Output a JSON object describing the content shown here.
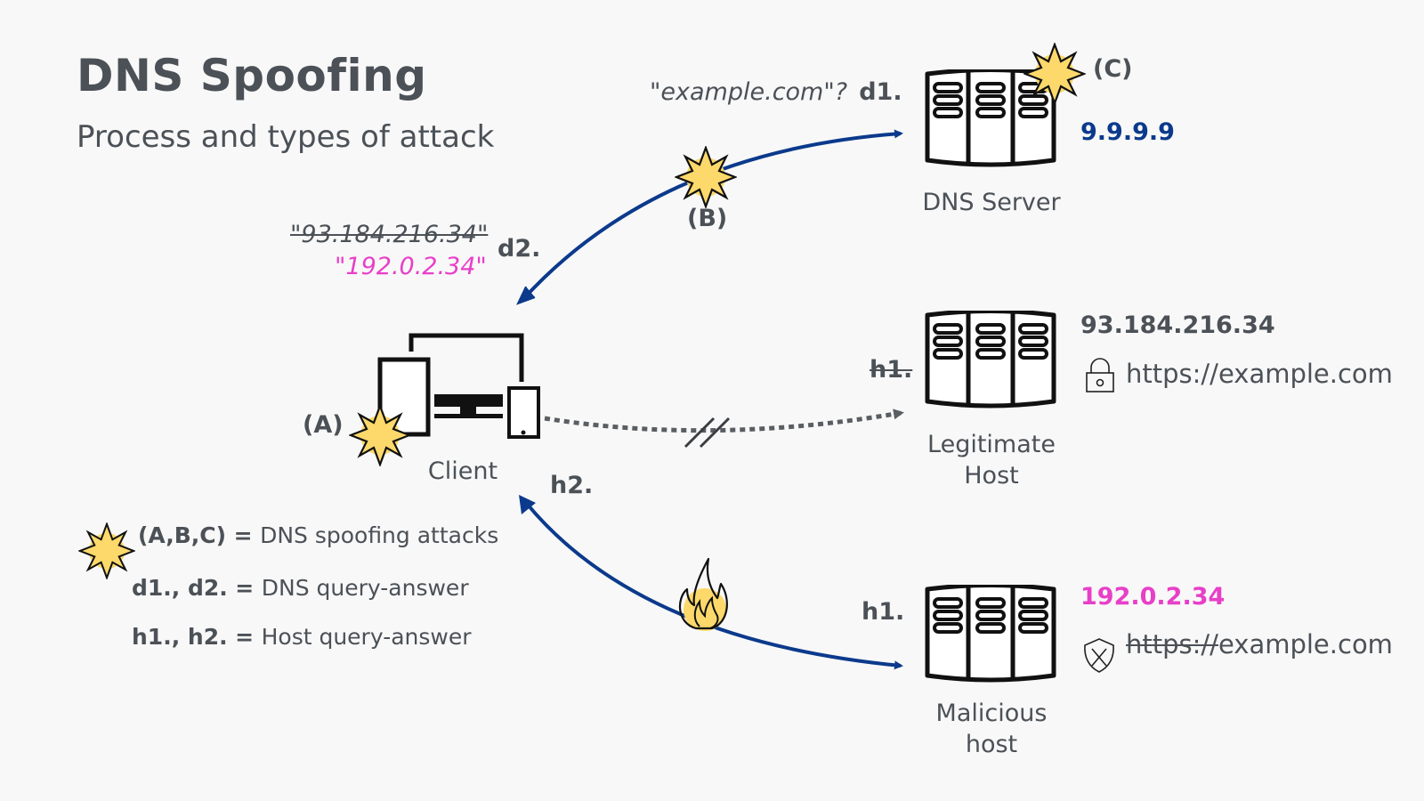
{
  "header": {
    "title": "DNS Spoofing",
    "subtitle": "Process and types of attack"
  },
  "colors": {
    "background": "#f8f8f8",
    "text": "#4b5157",
    "arrow": "#0b3a8c",
    "spoofed": "#e83fc8",
    "attack_fill": "#fcd96a",
    "dotted": "#5a5e62"
  },
  "nodes": {
    "client": {
      "label": "Client",
      "icon": "devices-icon"
    },
    "dns_server": {
      "label": "DNS Server",
      "ip": "9.9.9.9",
      "icon": "server-icon"
    },
    "legit_host": {
      "label_line1": "Legitimate",
      "label_line2": "Host",
      "ip": "93.184.216.34",
      "url": "https://example.com",
      "security_icon": "lock-icon",
      "icon": "server-icon"
    },
    "malicious_host": {
      "label_line1": "Malicious",
      "label_line2": "host",
      "ip": "192.0.2.34",
      "url_scheme_struck": "https://",
      "url_rest": "example.com",
      "security_icon": "shield-x-icon",
      "icon": "server-icon"
    }
  },
  "edges": {
    "d1": {
      "step": "d1.",
      "query": "\"example.com\"?"
    },
    "d2": {
      "step": "d2.",
      "original_answer": "\"93.184.216.34\"",
      "spoofed_answer": "\"192.0.2.34\""
    },
    "h1_legit": {
      "step": "h1.",
      "blocked": true
    },
    "h1_malicious": {
      "step": "h1."
    },
    "h2": {
      "step": "h2."
    }
  },
  "attacks": {
    "a": "(A)",
    "b": "(B)",
    "c": "(C)"
  },
  "legend": [
    {
      "key": "(A,B,C)",
      "eq": "=",
      "desc": "DNS spoofing attacks",
      "icon": "explosion-icon"
    },
    {
      "key": "d1., d2.",
      "eq": "=",
      "desc": "DNS query-answer"
    },
    {
      "key": "h1., h2.",
      "eq": "=",
      "desc": "Host query-answer"
    }
  ]
}
